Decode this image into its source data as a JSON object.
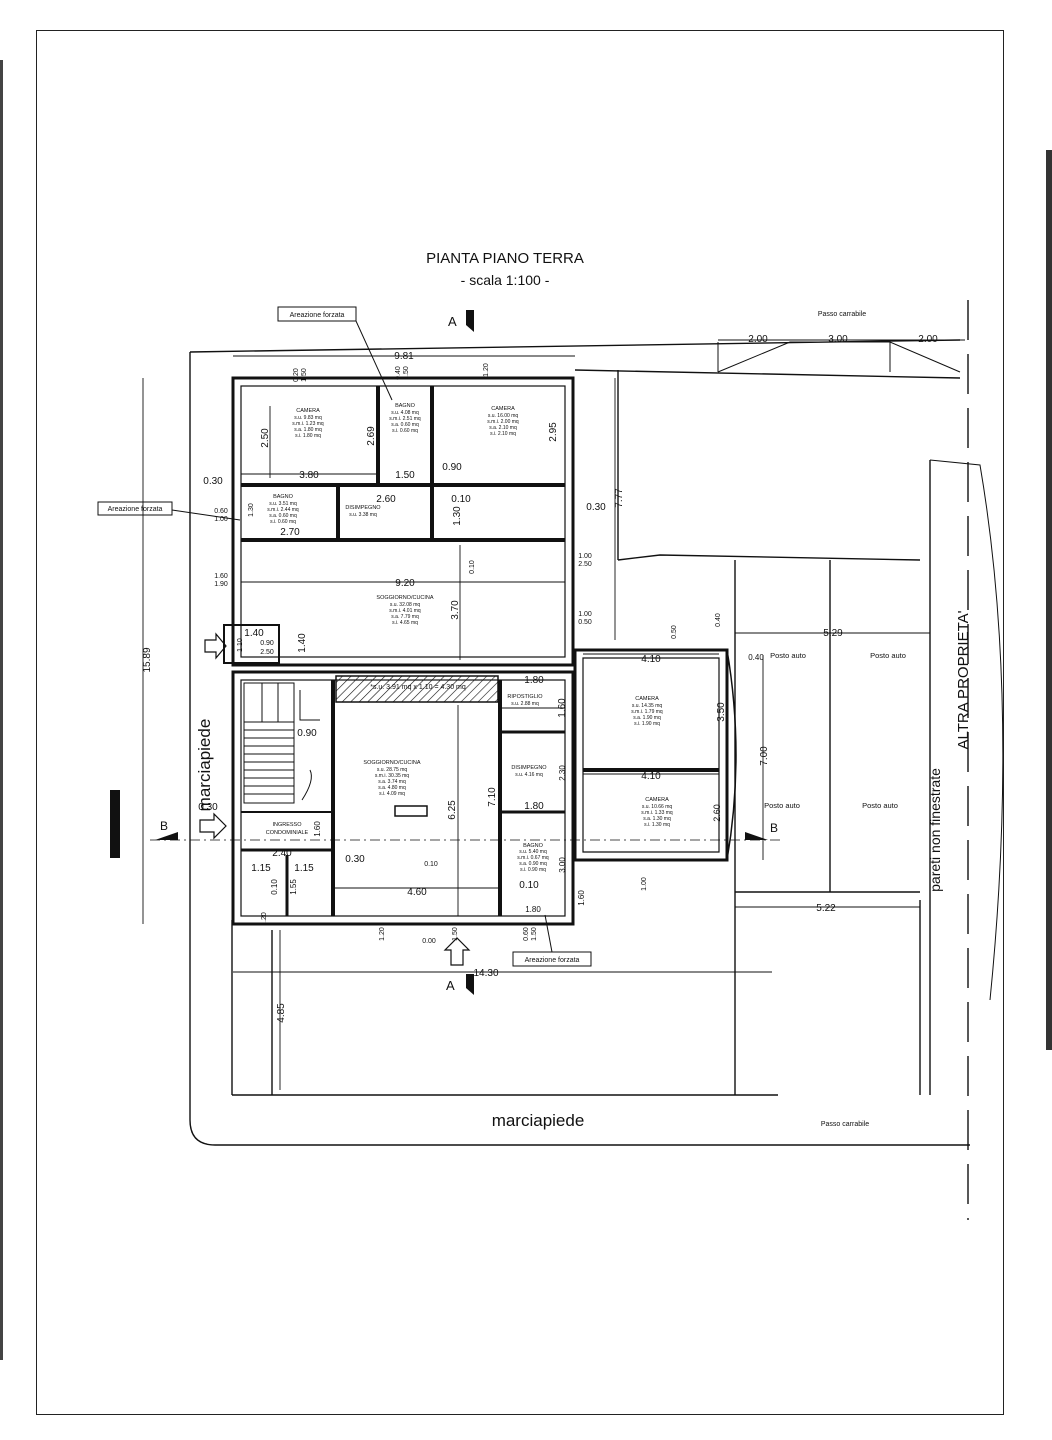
{
  "title": "PIANTA PIANO TERRA",
  "scale": "- scala 1:100 -",
  "section_labels": {
    "a_top": "A",
    "a_bottom": "A",
    "b_left": "B",
    "b_right": "B"
  },
  "street_labels": {
    "left": "marciapiede",
    "bottom": "marciapiede"
  },
  "passo_carrabile": {
    "top": "Passo carrabile",
    "bottom": "Passo carrabile"
  },
  "notes": {
    "areazione_1": "Areazione forzata",
    "areazione_2": "Areazione forzata",
    "areazione_3": "Areazione forzata",
    "altra_proprieta": "ALTRA PROPRIETA'",
    "pareti": "pareti non finestrate",
    "ingresso_1": "INGRESSO",
    "ingresso_2": "CONDOMINIALE",
    "extra_su": "*s.u. 3.91 mq x 1.10 = 4.30 mq"
  },
  "rooms": {
    "camera1": {
      "name": "CAMERA",
      "lines": [
        "s.u. 9.83 mq",
        "s.m.i. 1.23 mq",
        "s.a. 1.80 mq",
        "s.i. 1.80 mq"
      ]
    },
    "bagno1": {
      "name": "BAGNO",
      "lines": [
        "s.u. 4.08 mq",
        "s.m.i. 2.51 mq",
        "s.a. 0.60 mq",
        "s.i. 0.60 mq"
      ]
    },
    "camera2": {
      "name": "CAMERA",
      "lines": [
        "s.u. 16.00 mq",
        "s.m.i. 2.00 mq",
        "s.a. 2.10 mq",
        "s.i. 2.10 mq"
      ]
    },
    "bagno2": {
      "name": "BAGNO",
      "lines": [
        "s.u. 3.51 mq",
        "s.m.i. 2.44 mq",
        "s.a. 0.60 mq",
        "s.i. 0.60 mq"
      ]
    },
    "disimpegno1": {
      "name": "DISIMPEGNO",
      "lines": [
        "s.u. 3.38 mq"
      ]
    },
    "soggiorno1": {
      "name": "SOGGIORNO/CUCINA",
      "lines": [
        "s.u. 32.08 mq",
        "s.m.i. 4.01 mq",
        "s.a. 7.79 mq",
        "s.i. 4.65 mq"
      ]
    },
    "soggiorno2": {
      "name": "SOGGIORNO/CUCINA",
      "lines": [
        "s.u. 28.75 mq",
        "s.m.i. 30.35 mq",
        "s.a. 3.74 mq",
        "s.a. 4.80 mq",
        "s.i. 4.09 mq"
      ]
    },
    "ripostiglio": {
      "name": "RIPOSTIGLIO",
      "lines": [
        "s.u. 2.88 mq"
      ]
    },
    "disimpegno2": {
      "name": "DISIMPEGNO",
      "lines": [
        "s.u. 4.16 mq"
      ]
    },
    "bagno3": {
      "name": "BAGNO",
      "lines": [
        "s.u. 5.40 mq",
        "s.m.i. 0.67 mq",
        "s.a. 0.90 mq",
        "s.i. 0.90 mq"
      ]
    },
    "camera3": {
      "name": "CAMERA",
      "lines": [
        "s.u. 14.35 mq",
        "s.m.i. 1.79 mq",
        "s.a. 1.90 mq",
        "s.i. 1.90 mq"
      ]
    },
    "camera4": {
      "name": "CAMERA",
      "lines": [
        "s.u. 10.66 mq",
        "s.m.i. 1.33 mq",
        "s.a. 1.30 mq",
        "s.i. 1.30 mq"
      ]
    }
  },
  "parking": [
    "Posto auto",
    "Posto auto",
    "Posto auto",
    "Posto auto"
  ],
  "dims": {
    "d981": "9.81",
    "d200a": "2.00",
    "d300": "3.00",
    "d200b": "2.00",
    "d250": "2.50",
    "d269": "2.69",
    "d295": "2.95",
    "d380": "3.80",
    "d150": "1.50",
    "d090a": "0.90",
    "d030a": "0.30",
    "d260": "2.60",
    "d010a": "0.10",
    "d030b": "0.30",
    "d777": "7.77",
    "d060": "0.60",
    "d100a": "1.00",
    "d270": "2.70",
    "d130": "1.30",
    "d130b": "1.30",
    "d160": "1.60",
    "d190": "1.90",
    "d920": "9.20",
    "d370": "3.70",
    "d010b": "0.10",
    "d100b": "1.00",
    "d250b": "2.50",
    "d100c": "1.00",
    "d050": "0.50",
    "d140a": "1.40",
    "d110": "1.10",
    "d090b": "0.90",
    "d250c": "2.50",
    "d140b": "1.40",
    "d1589": "15.89",
    "d529": "5.29",
    "d410a": "4.10",
    "d040a": "0.40",
    "d040b": "0.40",
    "d180a": "1.80",
    "d160b": "1.60",
    "d350": "3.50",
    "d700": "7.00",
    "d090c": "0.90",
    "d625": "6.25",
    "d710": "7.10",
    "d230": "2.30",
    "d410b": "4.10",
    "d180b": "1.80",
    "d260b": "2.60",
    "d030c": "0.30",
    "d160c": "1.60",
    "d240": "2.40",
    "d115a": "1.15",
    "d115b": "1.15",
    "d030d": "0.30",
    "d010c": "0.10",
    "d155": "1.55",
    "d300b": "3.00",
    "d460": "4.60",
    "d010d": "0.10",
    "d160d": "1.60",
    "d180c": "1.80",
    "d522": "5.22",
    "d100d": "1.00",
    "d120a": "1.20",
    "d000": "0.00",
    "d150b": "1.50",
    "d120b": "1.20",
    "d060b": "0.60",
    "d150c": "1.50",
    "d1430": "14.30",
    "d485": "4.85",
    "d020": "0.20",
    "d150d": "1.50",
    "d040c": "0.40",
    "d150e": "1.50",
    "d120c": "1.20",
    "d050b": "0.50"
  }
}
